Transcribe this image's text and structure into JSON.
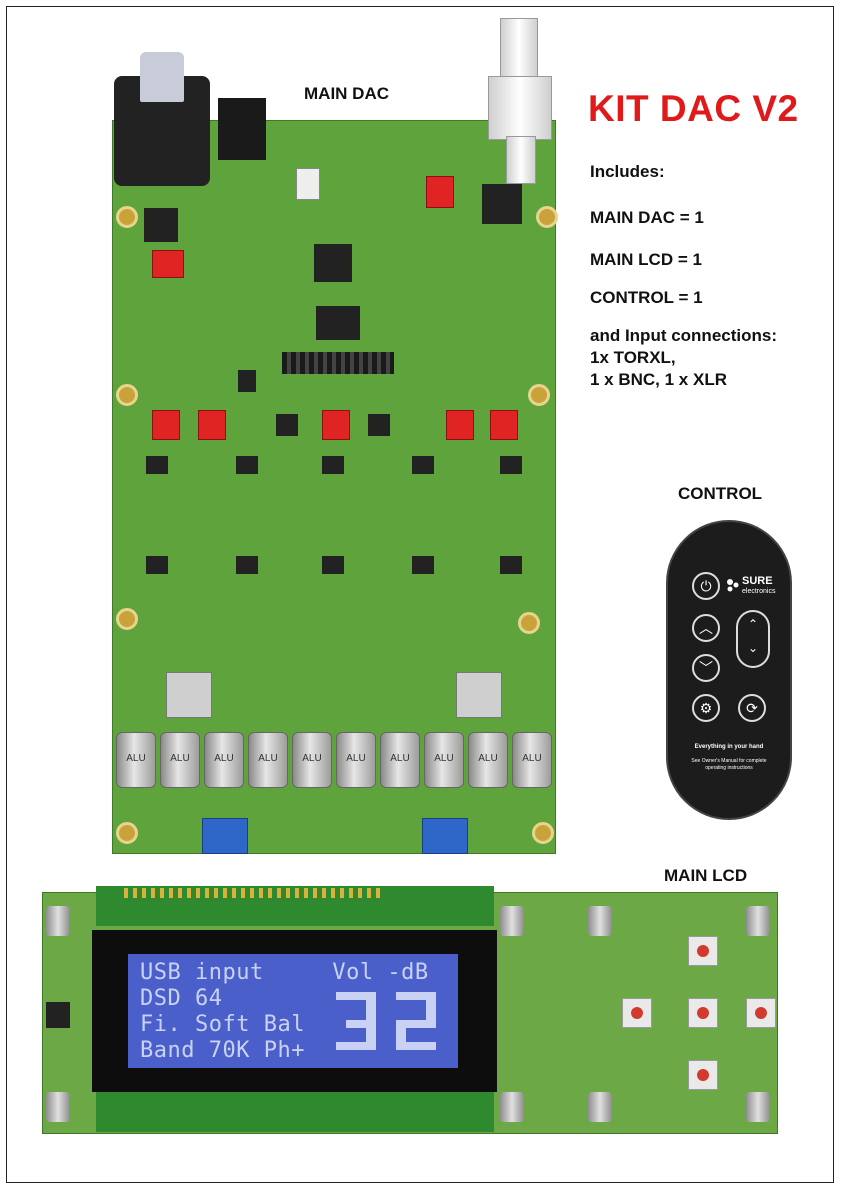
{
  "kit_title": "KIT DAC V2",
  "labels": {
    "main_dac": "MAIN DAC",
    "control": "CONTROL",
    "main_lcd": "MAIN LCD"
  },
  "includes": {
    "heading": "Includes:",
    "items": [
      "MAIN DAC = 1",
      "MAIN LCD = 1",
      "CONTROL = 1"
    ],
    "connections": [
      "and Input connections:",
      "1x TORXL,",
      "1 x BNC, 1 x XLR"
    ]
  },
  "remote": {
    "brand": "SURE",
    "brand_sub": "electronics",
    "tagline": "Everything in your hand",
    "note": "See Owner's Manual for complete operating instructions",
    "buttons": [
      "power",
      "up",
      "vol-up",
      "down",
      "vol-down",
      "settings",
      "input"
    ]
  },
  "capacitor_label": "ALU",
  "lcd": {
    "lines": [
      "USB input     Vol -dB",
      "DSD 64",
      "Fi. Soft Bal",
      "Band 70K Ph+"
    ]
  },
  "colors": {
    "title_red": "#e0191b",
    "pcb_green": "#5fa33c",
    "lcd_blue": "#4a5fc9",
    "remote_black": "#1c1c1c"
  }
}
